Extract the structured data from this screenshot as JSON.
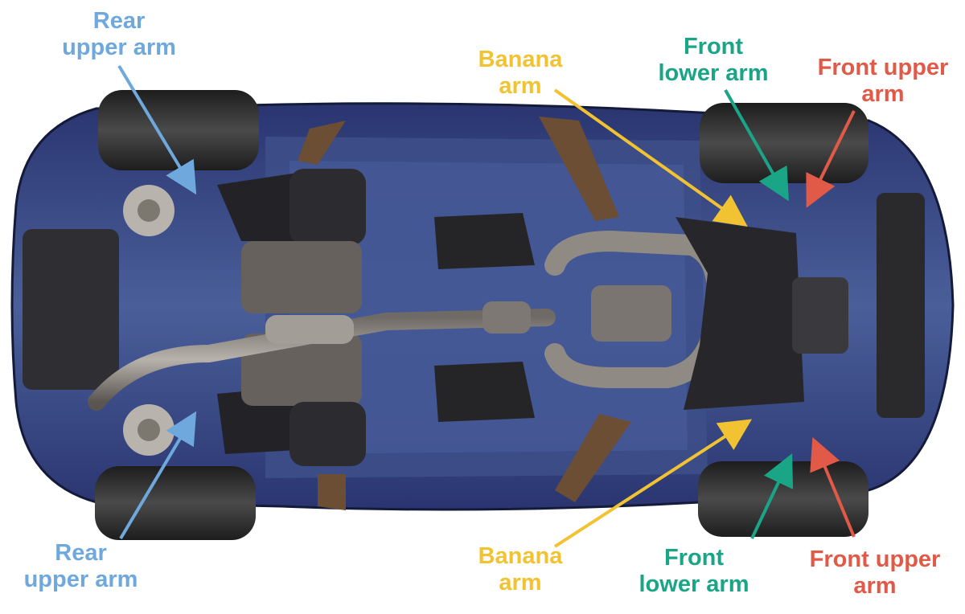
{
  "colors": {
    "rear_upper_arm": "#6fa8dc",
    "banana_arm": "#f1c232",
    "front_lower_arm": "#1aa586",
    "front_upper_arm": "#e05a47",
    "body_blue": "#3a4e8c",
    "body_dark": "#1f2a55",
    "tire": "#2b2b2b",
    "exhaust": "#8a8580"
  },
  "labels": {
    "rear_upper_arm_top": {
      "line1": "Rear",
      "line2": "upper arm"
    },
    "rear_upper_arm_bottom": {
      "line1": "Rear",
      "line2": "upper arm"
    },
    "banana_arm_top": {
      "line1": "Banana",
      "line2": "arm"
    },
    "banana_arm_bottom": {
      "line1": "Banana",
      "line2": "arm"
    },
    "front_lower_arm_top": {
      "line1": "Front",
      "line2": "lower arm"
    },
    "front_lower_arm_bottom": {
      "line1": "Front",
      "line2": "lower arm"
    },
    "front_upper_arm_top": {
      "line1": "Front upper",
      "line2": "arm"
    },
    "front_upper_arm_bottom": {
      "line1": "Front upper",
      "line2": "arm"
    }
  }
}
